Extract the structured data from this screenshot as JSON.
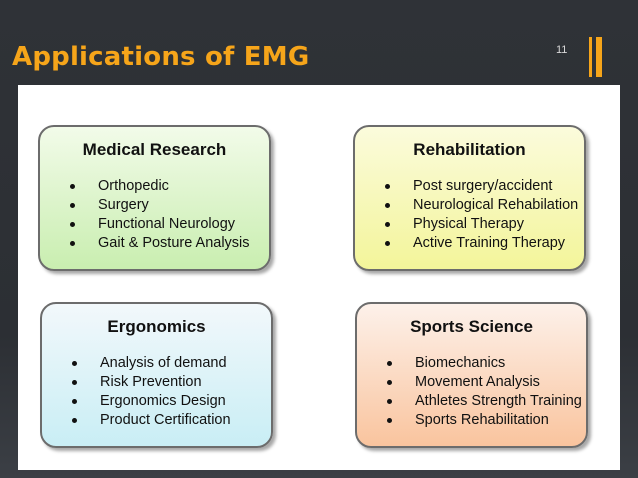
{
  "slide": {
    "title": "Applications of EMG",
    "number": "11",
    "accent_color": "#f6a51a",
    "background_color": "#2e3136"
  },
  "cards": [
    {
      "heading": "Medical Research",
      "color": "#c9eeb0",
      "items": [
        "Orthopedic",
        "Surgery",
        "Functional Neurology",
        "Gait & Posture Analysis"
      ]
    },
    {
      "heading": "Rehabilitation",
      "color": "#f3f59a",
      "items": [
        "Post surgery/accident",
        "Neurological Rehabilation",
        "Physical Therapy",
        "Active Training Therapy"
      ]
    },
    {
      "heading": "Ergonomics",
      "color": "#c9eef5",
      "items": [
        "Analysis of demand",
        "Risk Prevention",
        "Ergonomics Design",
        "Product Certification"
      ]
    },
    {
      "heading": "Sports Science",
      "color": "#f9c49e",
      "items": [
        "Biomechanics",
        "Movement Analysis",
        "Athletes Strength Training",
        "Sports Rehabilitation"
      ]
    }
  ]
}
